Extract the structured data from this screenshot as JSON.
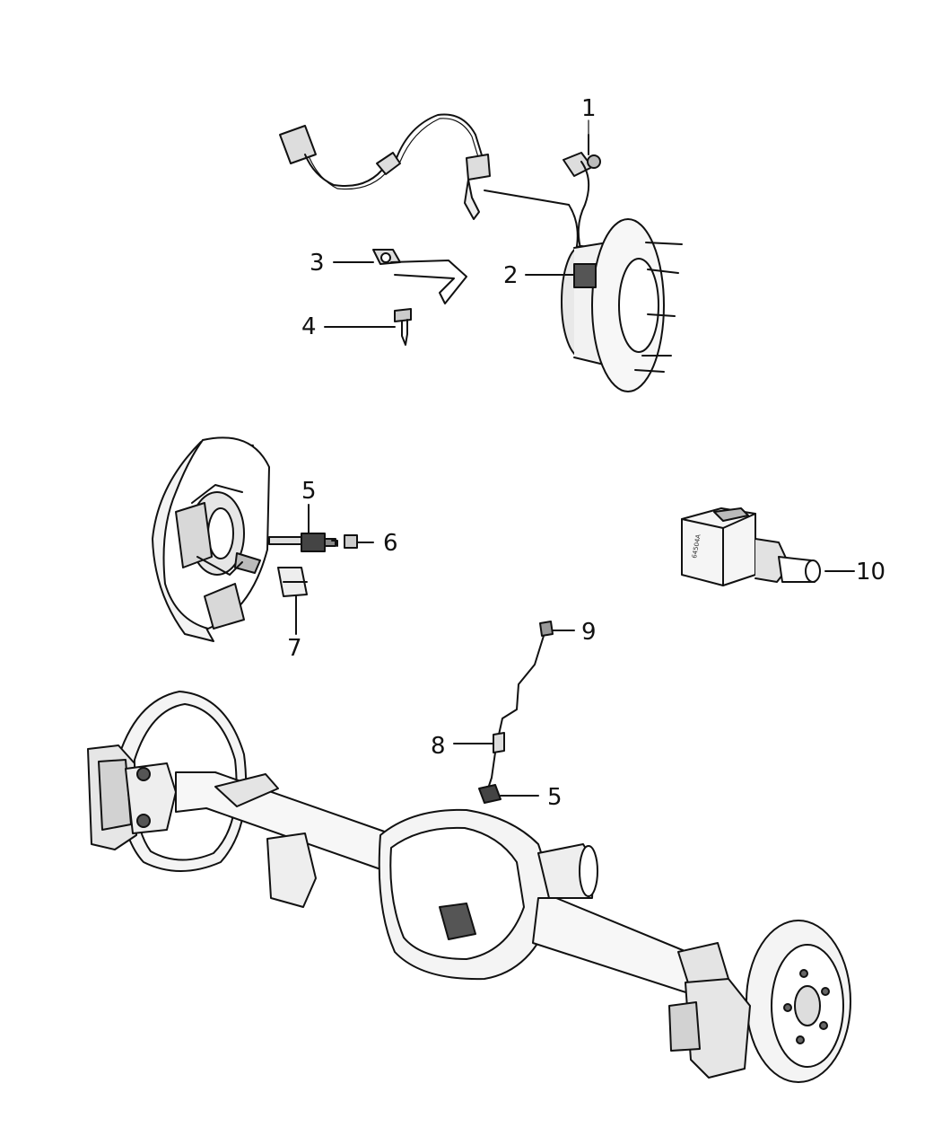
{
  "callouts": {
    "c1": "1",
    "c2": "2",
    "c3": "3",
    "c4": "4",
    "c5a": "5",
    "c6": "6",
    "c7": "7",
    "c8": "8",
    "c5b": "5",
    "c9": "9",
    "c10": "10"
  },
  "switch_label": "64504A",
  "colors": {
    "line": "#111111",
    "shade": "#cfcfcf",
    "dark": "#4a4a4a"
  }
}
